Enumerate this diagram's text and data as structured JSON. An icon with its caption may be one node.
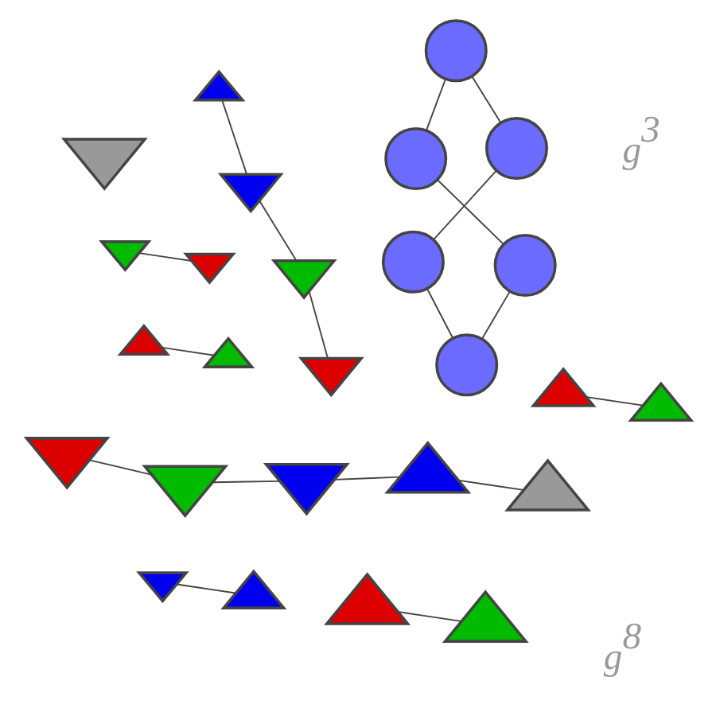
{
  "diagram": {
    "nodes": [
      {
        "text": [],
        "shape": "circle"
      },
      {
        "text": [],
        "shape": "circle"
      },
      {
        "text": [],
        "shape": "triangle"
      },
      {
        "text": [],
        "shape": "triangle"
      },
      {
        "text": [],
        "shape": "triangle"
      },
      {
        "text": [],
        "shape": "triangle"
      },
      {
        "text": [],
        "shape": "triangle"
      },
      {
        "text": [],
        "shape": "triangle"
      },
      {
        "text": [],
        "shape": "triangle"
      },
      {
        "text": [],
        "shape": "triangle"
      },
      {
        "text": [],
        "shape": "triangle"
      },
      {
        "text": [],
        "shape": "circle"
      },
      {
        "text": [],
        "shape": "triangle"
      },
      {
        "text": [],
        "shape": "triangle"
      },
      {
        "text": [],
        "shape": "circle"
      },
      {
        "text": [],
        "shape": "triangle"
      },
      {
        "text": [],
        "shape": "triangle"
      },
      {
        "text": [],
        "shape": "triangle"
      },
      {
        "text": [],
        "shape": "triangle"
      },
      {
        "text": [],
        "shape": "triangle"
      },
      {
        "text": [],
        "shape": "triangle"
      },
      {
        "text": [],
        "shape": "triangle"
      },
      {
        "text": [],
        "shape": "triangle"
      },
      {
        "text": [],
        "shape": "triangle"
      },
      {
        "text": [],
        "shape": "circle"
      },
      {
        "text": [],
        "shape": "circle"
      }
    ],
    "edges": [
      {
        "from": 1,
        "to": 0,
        "arrow": "none"
      },
      {
        "from": 25,
        "to": 24,
        "arrow": "none"
      },
      {
        "from": 0,
        "to": 11,
        "arrow": "none"
      },
      {
        "from": 1,
        "to": 14,
        "arrow": "none"
      },
      {
        "from": 14,
        "to": 25,
        "arrow": "none"
      },
      {
        "from": 11,
        "to": 24,
        "arrow": "none"
      },
      {
        "from": 8,
        "to": 5,
        "arrow": "none"
      },
      {
        "from": 9,
        "to": 6,
        "arrow": "none"
      },
      {
        "from": 10,
        "to": 7,
        "arrow": "none"
      },
      {
        "from": 18,
        "to": 15,
        "arrow": "none"
      },
      {
        "from": 19,
        "to": 16,
        "arrow": "none"
      },
      {
        "from": 20,
        "to": 17,
        "arrow": "none"
      },
      {
        "from": 2,
        "to": 21,
        "arrow": "none"
      },
      {
        "from": 3,
        "to": 22,
        "arrow": "none"
      },
      {
        "from": 4,
        "to": 23,
        "arrow": "none"
      },
      {
        "from": 2,
        "to": 15,
        "arrow": "none"
      },
      {
        "from": 3,
        "to": 16,
        "arrow": "none"
      },
      {
        "from": 12,
        "to": 22,
        "arrow": "none"
      }
    ],
    "labels": [
      "g$^{8}$",
      "g$^{3}$"
    ]
  }
}
